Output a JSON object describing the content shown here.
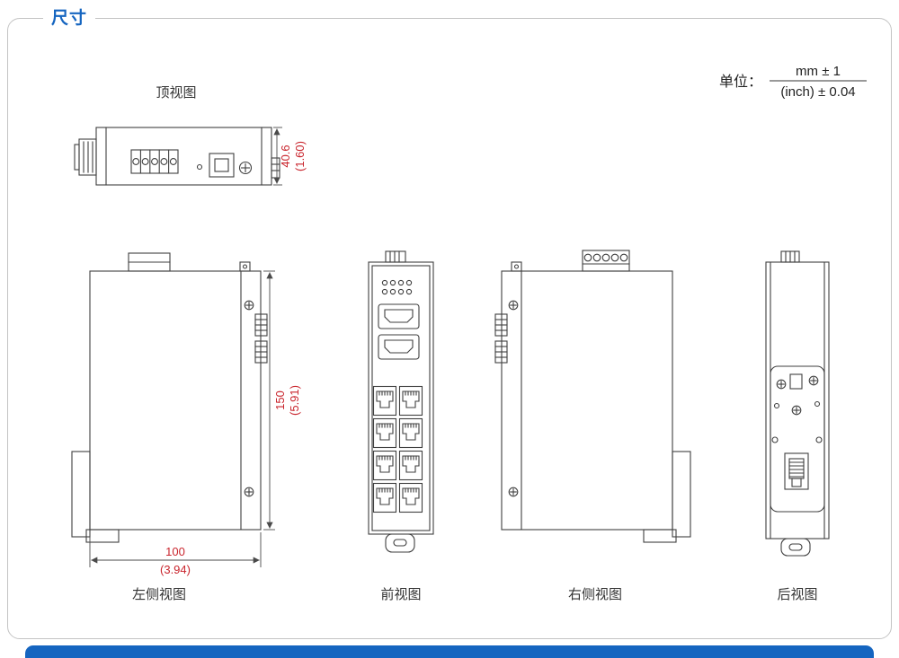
{
  "colors": {
    "accent": "#1565c0",
    "dimension": "#c9252d",
    "line": "#3f3f3f",
    "frame": "#c4c4c4"
  },
  "page": {
    "title": "尺寸"
  },
  "units": {
    "label": "单位：",
    "numerator": "mm ± 1",
    "denominator": "(inch) ± 0.04"
  },
  "views": {
    "top": {
      "label": "顶视图"
    },
    "left": {
      "label": "左侧视图"
    },
    "front": {
      "label": "前视图"
    },
    "right": {
      "label": "右侧视图"
    },
    "rear": {
      "label": "后视图"
    }
  },
  "dims": {
    "top_height": {
      "mm": "40.6",
      "inch": "(1.60)"
    },
    "body_height": {
      "mm": "150",
      "inch": "(5.91)"
    },
    "body_width": {
      "mm": "100",
      "inch": "(3.94)"
    }
  }
}
